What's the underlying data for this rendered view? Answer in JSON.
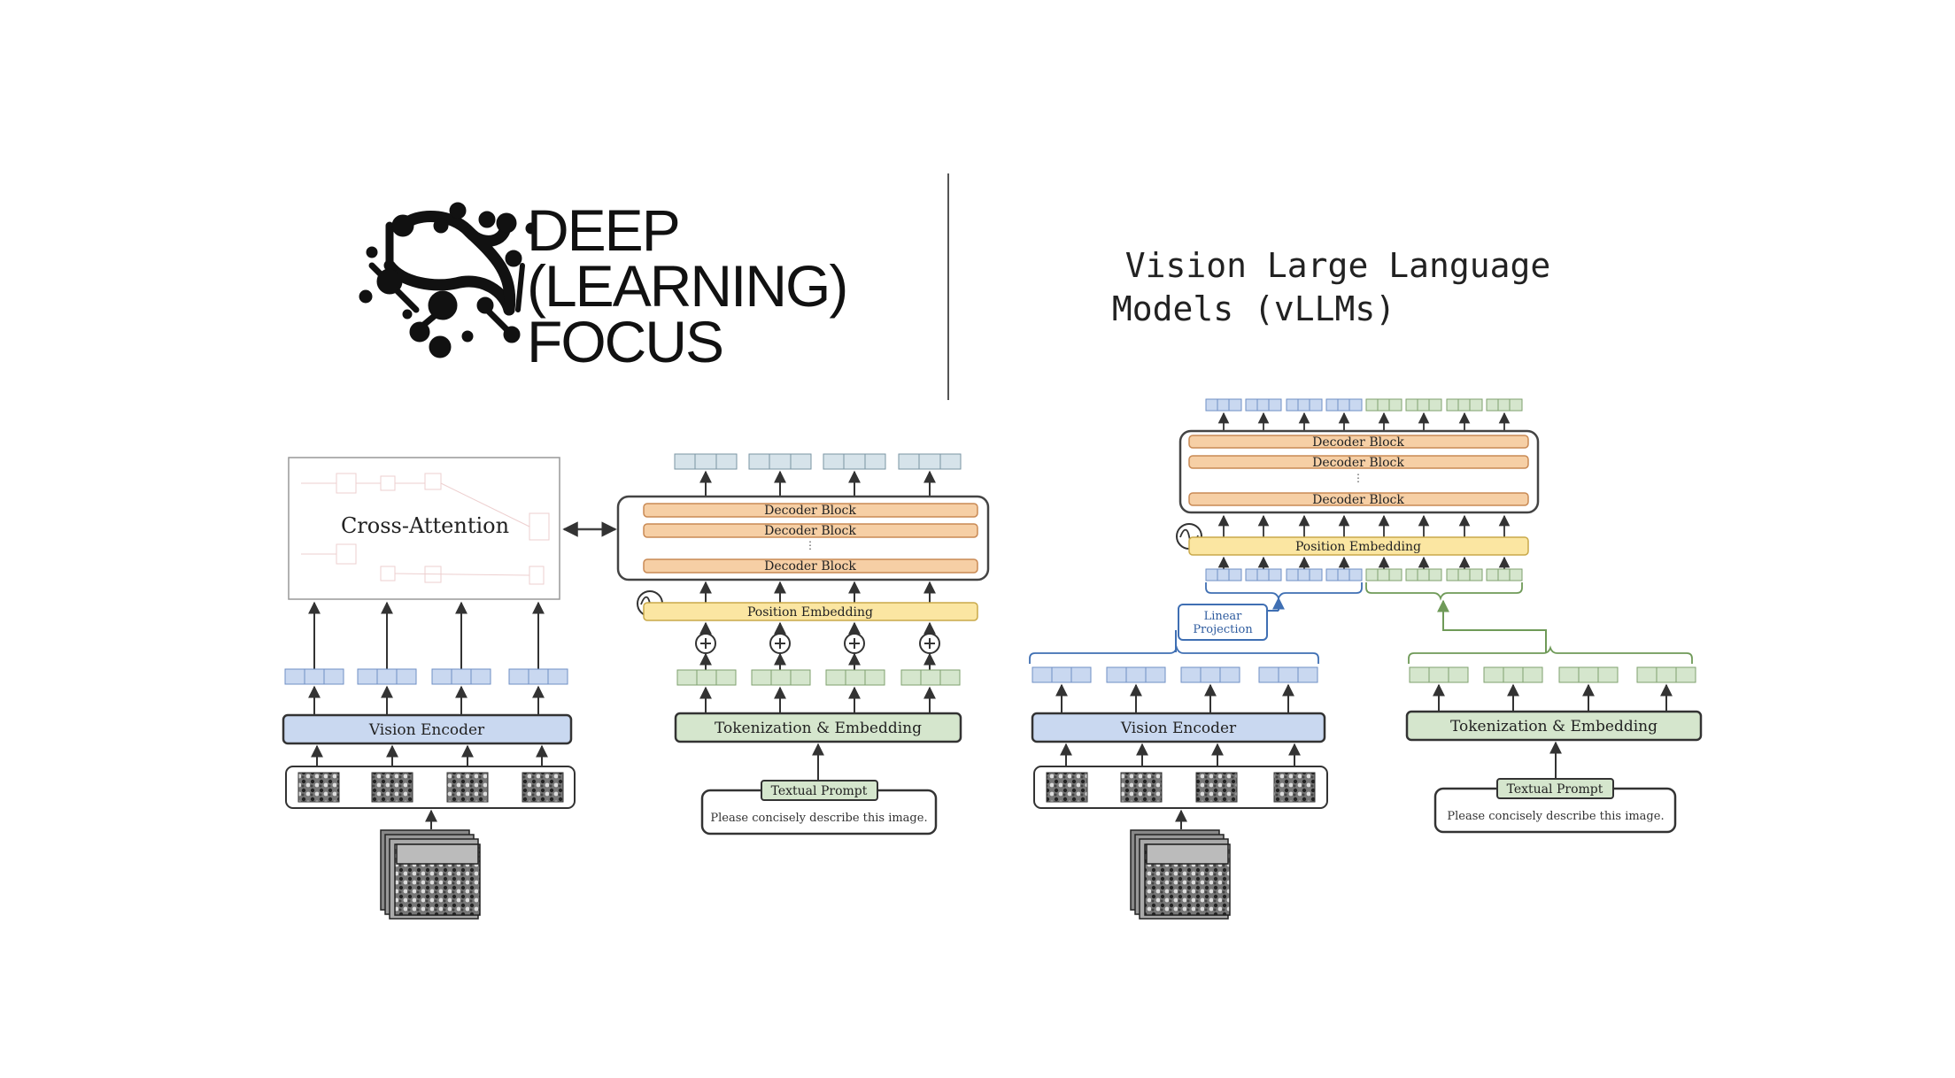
{
  "logo": {
    "line1": "DEEP",
    "line2": "(LEARNING)",
    "line3": "FOCUS",
    "icon": "neural-network-logo-icon"
  },
  "title": {
    "line1": "Vision Large Language",
    "line2": "Models (vLLMs)"
  },
  "left_diagram": {
    "cross_attention": "Cross-Attention",
    "decoder_block": "Decoder Block",
    "position_embedding": "Position Embedding",
    "vision_encoder": "Vision Encoder",
    "tokenization": "Tokenization & Embedding",
    "textual_prompt": "Textual Prompt",
    "prompt_text": "Please concisely describe this image."
  },
  "right_diagram": {
    "decoder_block": "Decoder Block",
    "position_embedding": "Position Embedding",
    "linear_projection_1": "Linear",
    "linear_projection_2": "Projection",
    "vision_encoder": "Vision Encoder",
    "tokenization": "Tokenization & Embedding",
    "textual_prompt": "Textual Prompt",
    "prompt_text": "Please concisely describe this image."
  },
  "colors": {
    "vision_token": "#c9d8f0",
    "vision_token_stroke": "#6f8fc4",
    "text_token": "#d5e6cd",
    "text_token_stroke": "#7fa06e",
    "output_token": "#d6e3ea",
    "decoder": "#f6cfa5",
    "decoder_stroke": "#c98a55",
    "position": "#fbe6a2",
    "position_stroke": "#c9a94a",
    "encoder": "#c9d8f0",
    "tokenizer": "#d5e6cd"
  }
}
